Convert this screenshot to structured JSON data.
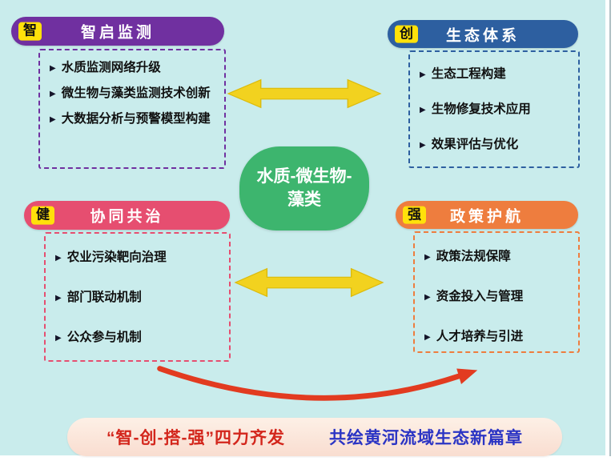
{
  "background": "#c9ecec",
  "center": {
    "line1": "水质-微生物-",
    "line2": "藻类",
    "color": "#3db56e"
  },
  "quadrants": [
    {
      "badge": "智",
      "title": "智启监测",
      "color": "#7030a0",
      "items": [
        "水质监测网络升级",
        "微生物与藻类监测技术创新",
        "大数据分析与预警模型构建"
      ]
    },
    {
      "badge": "创",
      "title": "生态体系",
      "color": "#2d5fa0",
      "items": [
        "生态工程构建",
        "生物修复技术应用",
        "效果评估与优化"
      ]
    },
    {
      "badge": "健",
      "title": "协同共治",
      "color": "#e64e70",
      "items": [
        "农业污染靶向治理",
        "部门联动机制",
        "公众参与机制"
      ]
    },
    {
      "badge": "强",
      "title": "政策护航",
      "color": "#ee7d3e",
      "items": [
        "政策法规保障",
        "资金投入与管理",
        "人才培养与引进"
      ]
    }
  ],
  "arrows": {
    "horizontal_color": "#f2d21f",
    "curve_color": "#e23b20"
  },
  "footer": {
    "left": "“智-创-搭-强”四力齐发",
    "left_color": "#d3261c",
    "right": "共绘黄河流域生态新篇章",
    "right_color": "#2b34c4"
  }
}
